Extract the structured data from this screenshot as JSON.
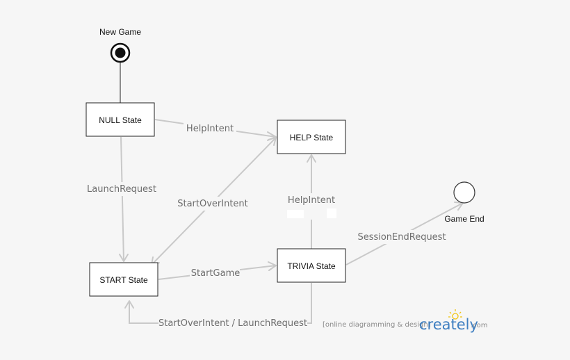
{
  "diagram": {
    "start_node": {
      "label": "New Game"
    },
    "end_node": {
      "label": "Game End"
    },
    "states": {
      "null_state": "NULL State",
      "help_state": "HELP State",
      "start_state": "START State",
      "trivia_state": "TRIVIA State"
    },
    "transitions": {
      "null_to_help": "HelpIntent",
      "null_to_start": "LaunchRequest",
      "start_to_help": "StartOverIntent",
      "trivia_to_help": "HelpIntent",
      "start_to_trivia": "StartGame",
      "trivia_to_end": "SessionEndRequest",
      "trivia_to_start": "StartOverIntent / LaunchRequest"
    }
  },
  "watermark": {
    "tagline": "[online diagramming & design]",
    "logo_text": "creately",
    "logo_suffix": ".com",
    "logo_color": "#3f7fc1",
    "sun_color": "#f1c40f"
  },
  "colors": {
    "edge": "#c9c9c9",
    "node_border": "#222222",
    "background": "#f6f6f6"
  }
}
